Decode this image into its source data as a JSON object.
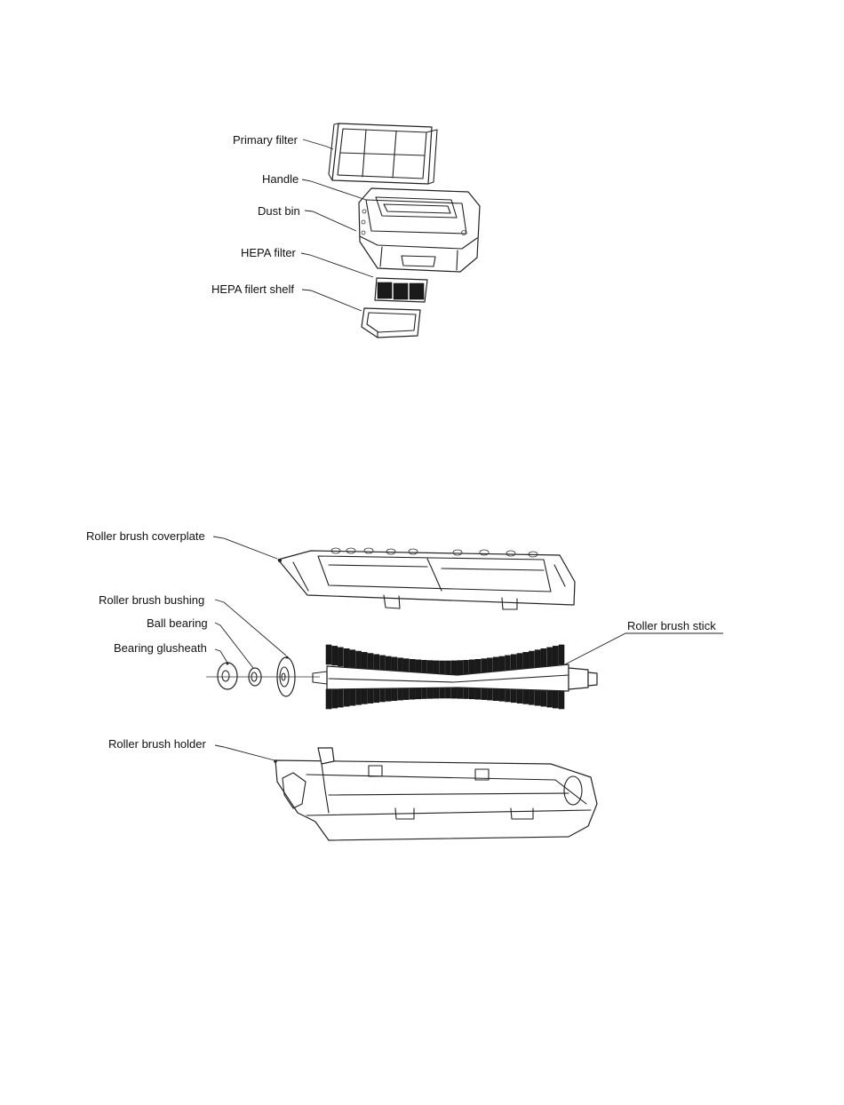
{
  "dust_bin_assembly": {
    "labels": {
      "primary_filter": "Primary filter",
      "handle": "Handle",
      "dust_bin": "Dust bin",
      "hepa_filter": "HEPA filter",
      "hepa_filter_shelf": "HEPA filert shelf"
    }
  },
  "roller_brush_assembly": {
    "labels": {
      "coverplate": "Roller brush coverplate",
      "bushing": "Roller brush bushing",
      "ball_bearing": "Ball bearing",
      "bearing_glusheath": "Bearing glusheath",
      "stick": "Roller brush stick",
      "holder": "Roller brush holder"
    }
  }
}
